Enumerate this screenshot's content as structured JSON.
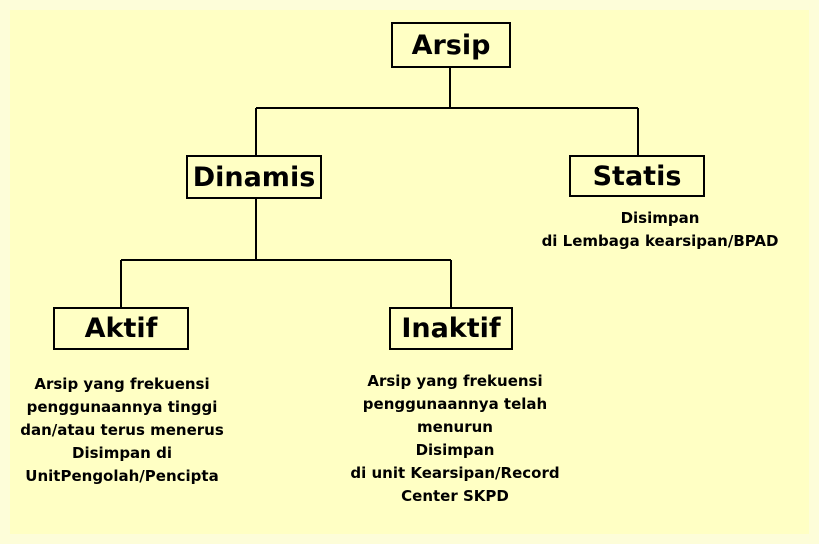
{
  "colors": {
    "background": "#ffffc4",
    "line": "#000000"
  },
  "nodes": {
    "arsip": "Arsip",
    "dinamis": "Dinamis",
    "statis": "Statis",
    "aktif": "Aktif",
    "inaktif": "Inaktif"
  },
  "descriptions": {
    "statis": [
      "Disimpan",
      "di Lembaga kearsipan/BPAD"
    ],
    "aktif": [
      "Arsip yang frekuensi",
      "penggunaannya tinggi",
      "dan/atau terus menerus",
      "Disimpan di",
      "UnitPengolah/Pencipta"
    ],
    "inaktif": [
      "Arsip yang frekuensi",
      "penggunaannya telah",
      "menurun",
      "Disimpan",
      "di unit Kearsipan/Record",
      "Center SKPD"
    ]
  }
}
